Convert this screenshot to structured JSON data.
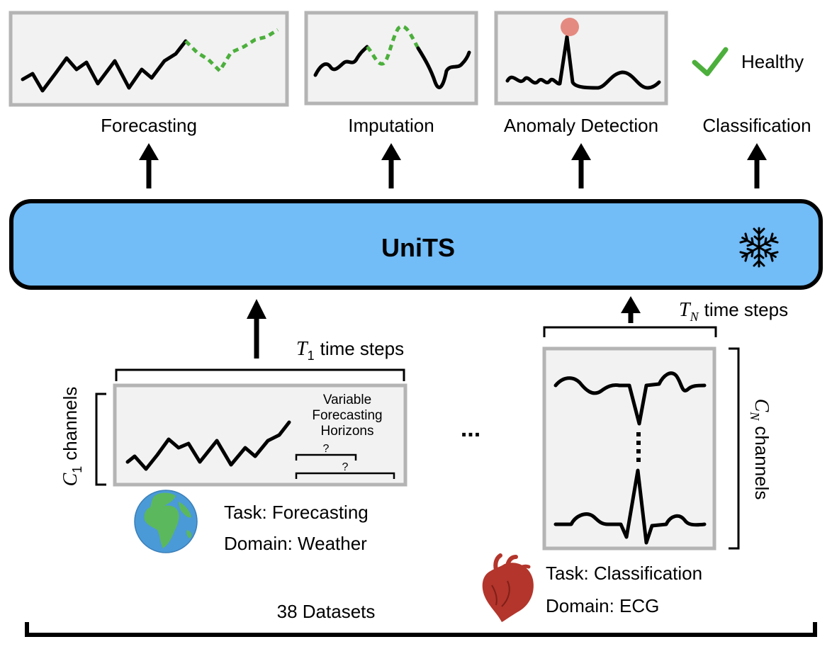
{
  "tasks": {
    "forecasting": "Forecasting",
    "imputation": "Imputation",
    "anomaly_detection": "Anomaly Detection",
    "classification": "Classification",
    "classification_result": "Healthy"
  },
  "model": {
    "name": "UniTS",
    "frozen_icon": "snowflake-icon"
  },
  "dataset_1": {
    "time_symbol": "T",
    "time_subscript": "1",
    "time_label": "time steps",
    "channel_symbol": "C",
    "channel_subscript": "1",
    "channel_label": "channels",
    "horizons_line1": "Variable",
    "horizons_line2": "Forecasting",
    "horizons_line3": "Horizons",
    "horizon_mark_1": "?",
    "horizon_mark_2": "?",
    "task": "Task: Forecasting",
    "domain": "Domain: Weather",
    "icon": "globe-icon"
  },
  "ellipsis": "...",
  "dataset_n": {
    "time_symbol": "T",
    "time_subscript": "N",
    "time_label": "time steps",
    "channel_symbol": "C",
    "channel_subscript": "N",
    "channel_label": "channels",
    "task": "Task: Classification",
    "domain": "Domain: ECG",
    "icon": "heart-icon"
  },
  "datasets_label": "38 Datasets",
  "colors": {
    "model_fill": "#72bcf7",
    "panel_fill": "#f2f2f2",
    "panel_border": "#b4b4b4",
    "prediction": "#4caf3c",
    "anomaly": "#e58a80",
    "ocean": "#4a9ad8",
    "land": "#5cb85c",
    "heart": "#b3352b"
  }
}
